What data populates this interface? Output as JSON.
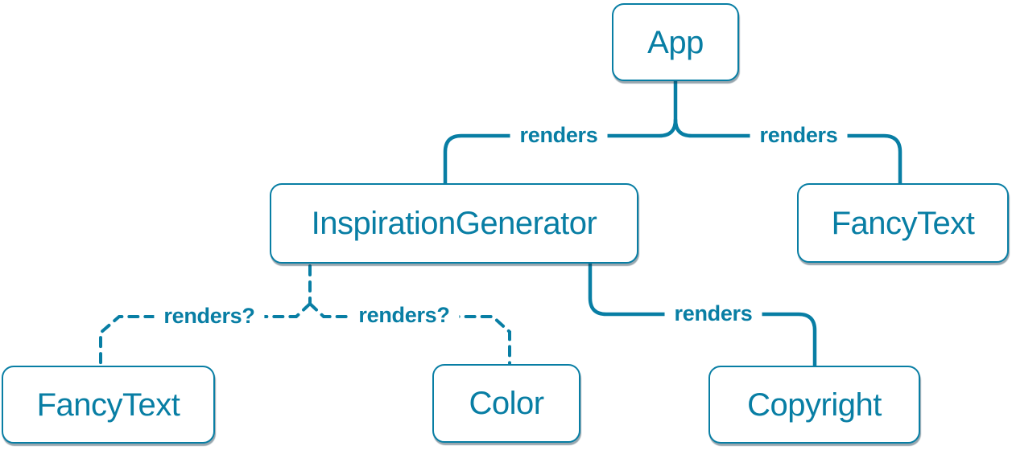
{
  "diagram": {
    "accent_color": "#087ea4",
    "node_fill_color": "#ffffff",
    "shadow_color": "rgba(27,58,75,0.45)",
    "nodes": [
      {
        "id": "app",
        "label": "App"
      },
      {
        "id": "inspiration-generator",
        "label": "InspirationGenerator"
      },
      {
        "id": "fancy-text-top",
        "label": "FancyText"
      },
      {
        "id": "fancy-text-bottom",
        "label": "FancyText"
      },
      {
        "id": "color",
        "label": "Color"
      },
      {
        "id": "copyright",
        "label": "Copyright"
      }
    ],
    "edges": [
      {
        "from": "App",
        "to": "InspirationGenerator",
        "label": "renders",
        "style": "solid"
      },
      {
        "from": "App",
        "to": "FancyText",
        "label": "renders",
        "style": "solid"
      },
      {
        "from": "InspirationGenerator",
        "to": "Copyright",
        "label": "renders",
        "style": "solid"
      },
      {
        "from": "InspirationGenerator",
        "to": "FancyText",
        "label": "renders?",
        "style": "dashed"
      },
      {
        "from": "InspirationGenerator",
        "to": "Color",
        "label": "renders?",
        "style": "dashed"
      }
    ]
  }
}
